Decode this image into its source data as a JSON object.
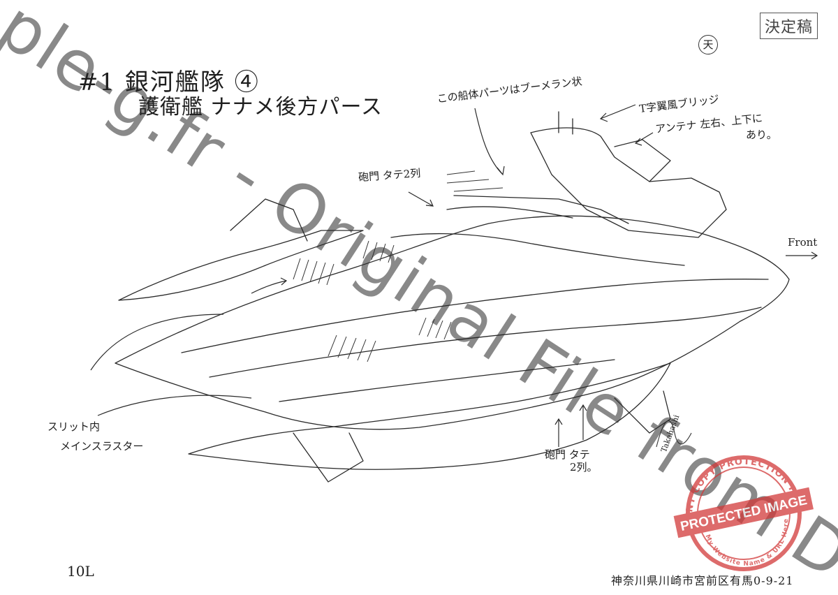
{
  "stamp": "決定稿",
  "circle_mark": "天",
  "title_line1": "#1 銀河艦隊 ④",
  "title_line2": "護衛艦 ナナメ後方パース",
  "notes": {
    "hull_parts": "この船体パーツはブーメラン状",
    "bridge": "T字翼風ブリッジ",
    "antenna_1": "アンテナ 左右、上下に",
    "antenna_2": "あり。",
    "guns_top": "砲門 タテ2列",
    "front": "Front",
    "thruster_1": "スリット内",
    "thruster_2": "メインスラスター",
    "guns_bottom_1": "砲門 タテ",
    "guns_bottom_2": "2列。"
  },
  "signature": "Takahashi",
  "footer_address": "神奈川県川崎市宮前区有馬0-9-21",
  "page_number": "10L",
  "watermark": "ple-g.fr - Original File from D",
  "seal": {
    "ring_text": "CONTENT COPY PROTECTION PLUGIN",
    "band_text": "PROTECTED IMAGE",
    "bottom_text": "My Website Name & URL Here",
    "color": "#d23a3a"
  }
}
